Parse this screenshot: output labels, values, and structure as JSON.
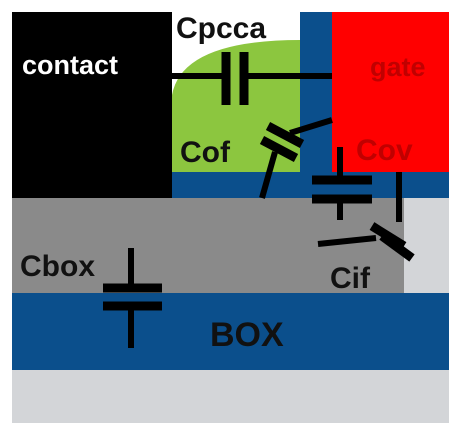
{
  "diagram": {
    "labels": {
      "contact": "contact",
      "gate": "gate",
      "cpcca": "Cpcca",
      "cof": "Cof",
      "cov": "Cov",
      "cbox": "Cbox",
      "cif": "Cif",
      "box": "BOX"
    },
    "colors": {
      "contact": "#000000",
      "gate": "#ff0000",
      "spacer": "#8cc63f",
      "oxide": "#0b4f8c",
      "silicon": "#8a8a8a",
      "substrate": "#d3d5d8",
      "capacitor": "#000000",
      "text_dark": "#111111",
      "text_white": "#ffffff",
      "text_red": "#c00000"
    }
  }
}
